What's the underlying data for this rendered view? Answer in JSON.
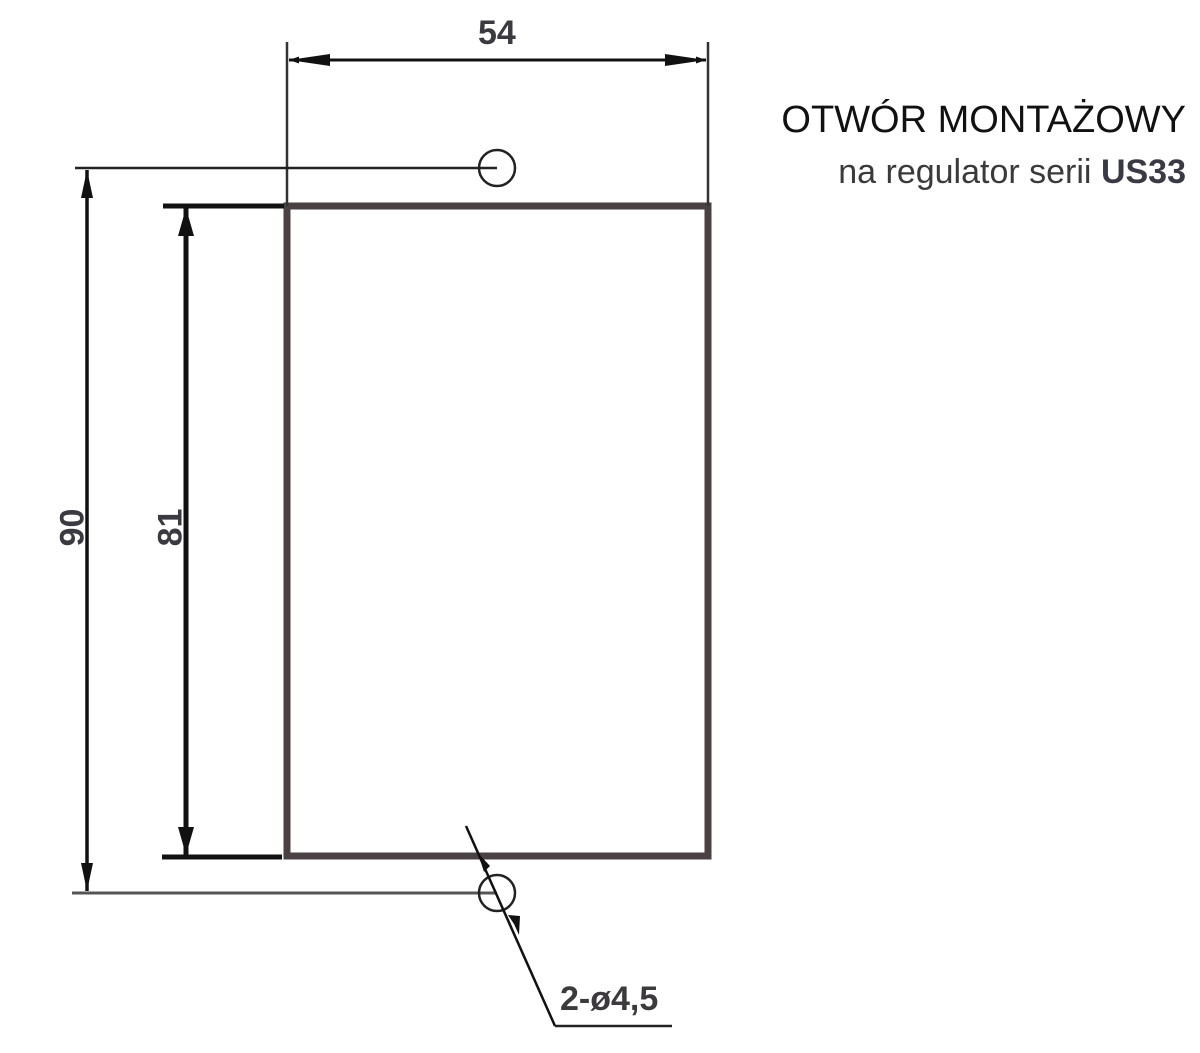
{
  "title": {
    "line1": "OTWÓR MONTAŻOWY",
    "line2_prefix": "na regulator serii",
    "line2_model": "US33"
  },
  "dimensions": {
    "width": "54",
    "total_height": "90",
    "cutout_height": "81",
    "holes": "2-ø4,5"
  },
  "colors": {
    "outline": "#4a4142",
    "dimension_line": "#111111",
    "text_dark": "#111111",
    "text_dim": "#3a3a40"
  }
}
